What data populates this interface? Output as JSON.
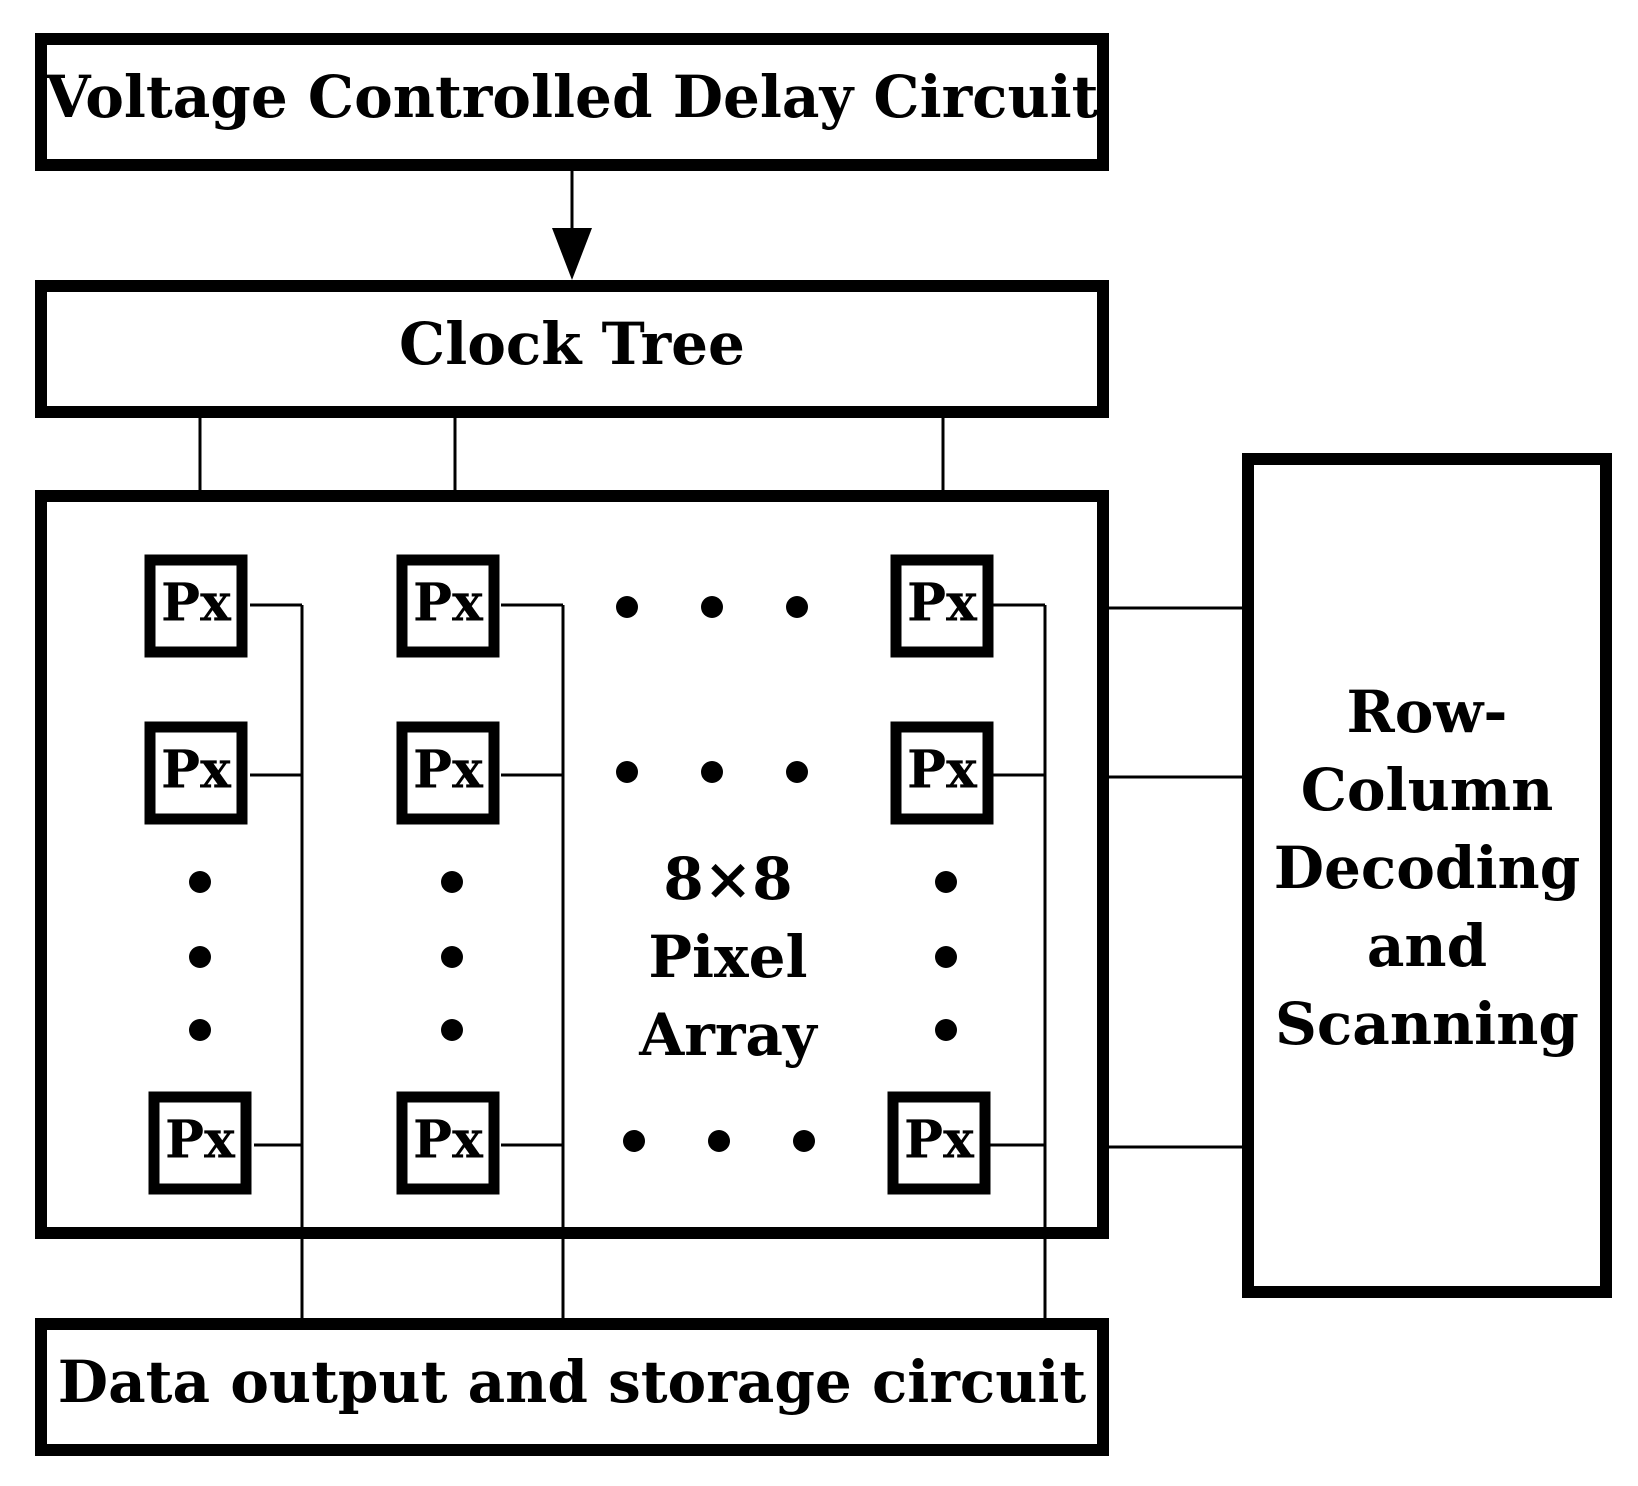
{
  "blocks": {
    "vcdl": "Voltage Controlled Delay Circuit",
    "clock_tree": "Clock Tree",
    "pixel_array": [
      "8×8",
      "Pixel",
      "Array"
    ],
    "decoder": [
      "Row-",
      "Column",
      "Decoding",
      "and",
      "Scanning"
    ],
    "output": "Data output and storage circuit"
  },
  "pixel_label": "Px",
  "colors": {
    "stroke": "#000000",
    "background": "#ffffff"
  }
}
